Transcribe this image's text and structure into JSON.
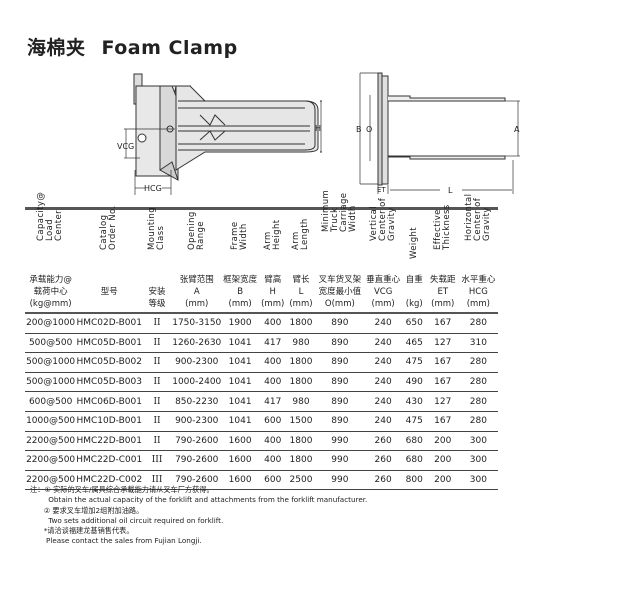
{
  "title": {
    "zh": "海棉夹",
    "en": "Foam Clamp"
  },
  "diagram_labels": {
    "vcg": "VCG",
    "hcg": "HCG",
    "h": "H",
    "b": "B",
    "o": "O",
    "a": "A",
    "et": "ET",
    "l": "L"
  },
  "table": {
    "headers_en": [
      "Capacity@\nLoad\nCenter",
      "Catalog\nOrder No.",
      "Mounting\nClass",
      "Opening\nRange",
      "Frame\nWidth",
      "Arm\nHeight",
      "Arm\nLength",
      "Minimum\nTruck\nCarriage\nWidth",
      "Vertical\nCenter of\nGravity",
      "Weight",
      "Effective\nThickness",
      "Horizontal\nCenter of\nGravity"
    ],
    "headers_zh": [
      "承载能力@\n载荷中心\n(kg@mm)",
      "型号\n\n",
      "安装\n等级\n",
      "张臂范围\nA\n(mm)",
      "框架宽度\nB\n(mm)",
      "臂高\nH\n(mm)",
      "臂长\nL\n(mm)",
      "叉车货叉架\n宽度最小值\nO(mm)",
      "垂直重心\nVCG\n(mm)",
      "自重\n\n(kg)",
      "失载距\nET\n(mm)",
      "水平重心\nHCG\n(mm)"
    ],
    "rows": [
      [
        "200@1000",
        "HMC02D-B001",
        "II",
        "1750-3150",
        "1900",
        "400",
        "1800",
        "890",
        "240",
        "650",
        "167",
        "280"
      ],
      [
        "500@500",
        "HMC05D-B001",
        "II",
        "1260-2630",
        "1041",
        "417",
        "980",
        "890",
        "240",
        "465",
        "127",
        "310"
      ],
      [
        "500@1000",
        "HMC05D-B002",
        "II",
        "900-2300",
        "1041",
        "400",
        "1800",
        "890",
        "240",
        "475",
        "167",
        "280"
      ],
      [
        "500@1000",
        "HMC05D-B003",
        "II",
        "1000-2400",
        "1041",
        "400",
        "1800",
        "890",
        "240",
        "490",
        "167",
        "280"
      ],
      [
        "600@500",
        "HMC06D-B001",
        "II",
        "850-2230",
        "1041",
        "417",
        "980",
        "890",
        "240",
        "430",
        "127",
        "280"
      ],
      [
        "1000@500",
        "HMC10D-B001",
        "II",
        "900-2300",
        "1041",
        "600",
        "1500",
        "890",
        "240",
        "475",
        "167",
        "280"
      ],
      [
        "2200@500",
        "HMC22D-B001",
        "II",
        "790-2600",
        "1600",
        "400",
        "1800",
        "990",
        "260",
        "680",
        "200",
        "300"
      ],
      [
        "2200@500",
        "HMC22D-C001",
        "III",
        "790-2600",
        "1600",
        "400",
        "1800",
        "990",
        "260",
        "680",
        "200",
        "300"
      ],
      [
        "2200@500",
        "HMC22D-C002",
        "III",
        "790-2600",
        "1600",
        "600",
        "2500",
        "990",
        "260",
        "800",
        "200",
        "300"
      ]
    ]
  },
  "notes": [
    "注：① 实际的叉车/属具综合承载能力请从叉车厂方获得。",
    "        Obtain the actual capacity of the forklift and attachments from the forklift manufacturer.",
    "      ② 要求叉车增加2组附加油路。",
    "        Two sets additional oil circuit required on forklift.",
    "      *请洽谈福建龙基销售代表。",
    "       Please contact the sales from Fujian Longji."
  ]
}
